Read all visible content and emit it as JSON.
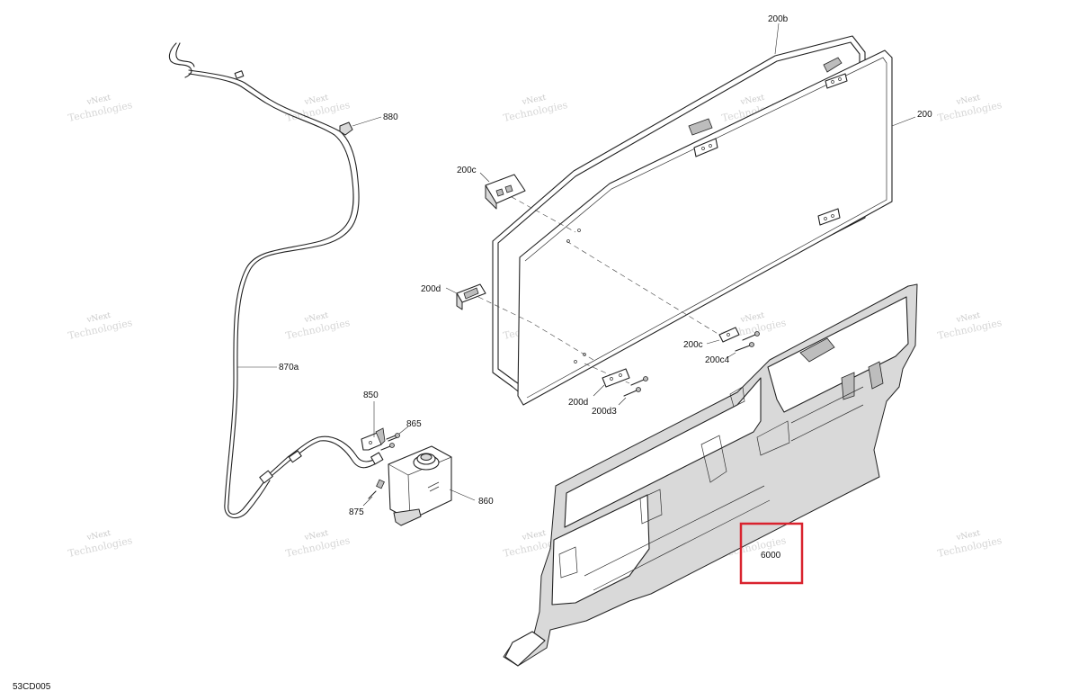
{
  "drawing_code": "53CD005",
  "highlight_color": "#d9232e",
  "watermark_text": [
    "vNext",
    "Technologies"
  ],
  "parts": [
    {
      "id": "880",
      "label": "880"
    },
    {
      "id": "870a",
      "label": "870a"
    },
    {
      "id": "850",
      "label": "850"
    },
    {
      "id": "865",
      "label": "865"
    },
    {
      "id": "875",
      "label": "875"
    },
    {
      "id": "860",
      "label": "860"
    },
    {
      "id": "200b",
      "label": "200b"
    },
    {
      "id": "200",
      "label": "200"
    },
    {
      "id": "200c_top",
      "label": "200c"
    },
    {
      "id": "200d_left",
      "label": "200d"
    },
    {
      "id": "200c_right",
      "label": "200c"
    },
    {
      "id": "200c4",
      "label": "200c4"
    },
    {
      "id": "200d_bottom",
      "label": "200d"
    },
    {
      "id": "200d3",
      "label": "200d3"
    },
    {
      "id": "6000",
      "label": "6000",
      "highlighted": true
    }
  ]
}
